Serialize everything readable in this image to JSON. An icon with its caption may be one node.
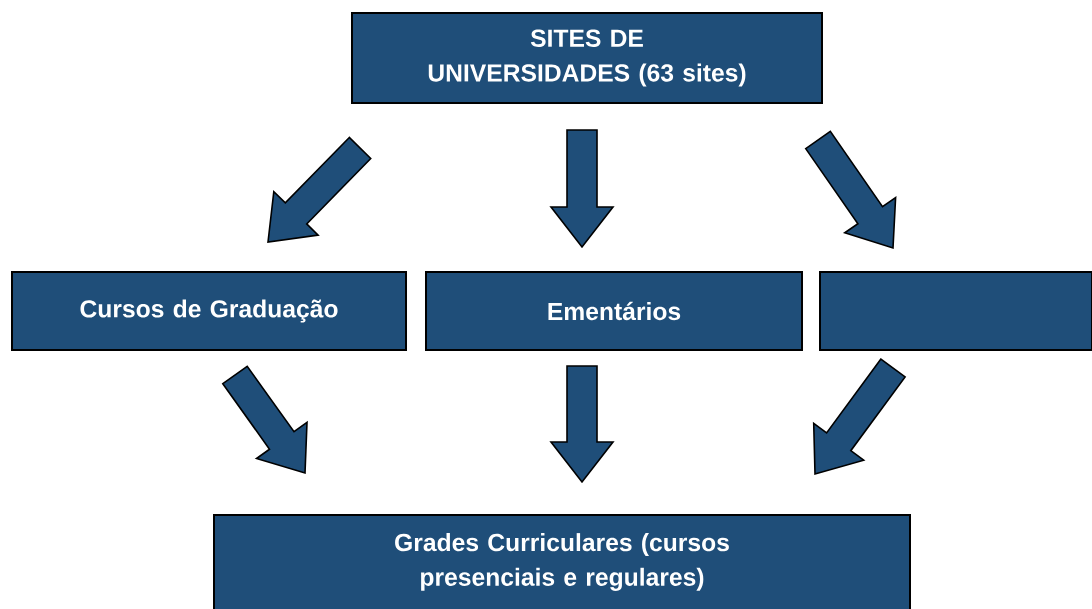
{
  "diagram": {
    "nodes": [
      {
        "text": [
          "SITES DE UNIVERSIDADES (63 sites)"
        ]
      },
      {
        "text": [
          "Cursos de Graduação"
        ]
      },
      {
        "text": [
          "Ementários"
        ]
      },
      {
        "text": [],
        "shape": "box"
      },
      {
        "text": [
          "Grades Curriculares (cursos presenciais e regulares)"
        ]
      }
    ],
    "edges": [
      {
        "from": 0,
        "to": 1,
        "arrow": "to"
      },
      {
        "from": 0,
        "to": 2,
        "arrow": "to"
      },
      {
        "from": 0,
        "to": 3,
        "arrow": "to"
      },
      {
        "from": 1,
        "to": 4,
        "arrow": "to"
      },
      {
        "from": 2,
        "to": 4,
        "arrow": "to"
      },
      {
        "from": 3,
        "to": 4,
        "arrow": "to"
      }
    ]
  }
}
